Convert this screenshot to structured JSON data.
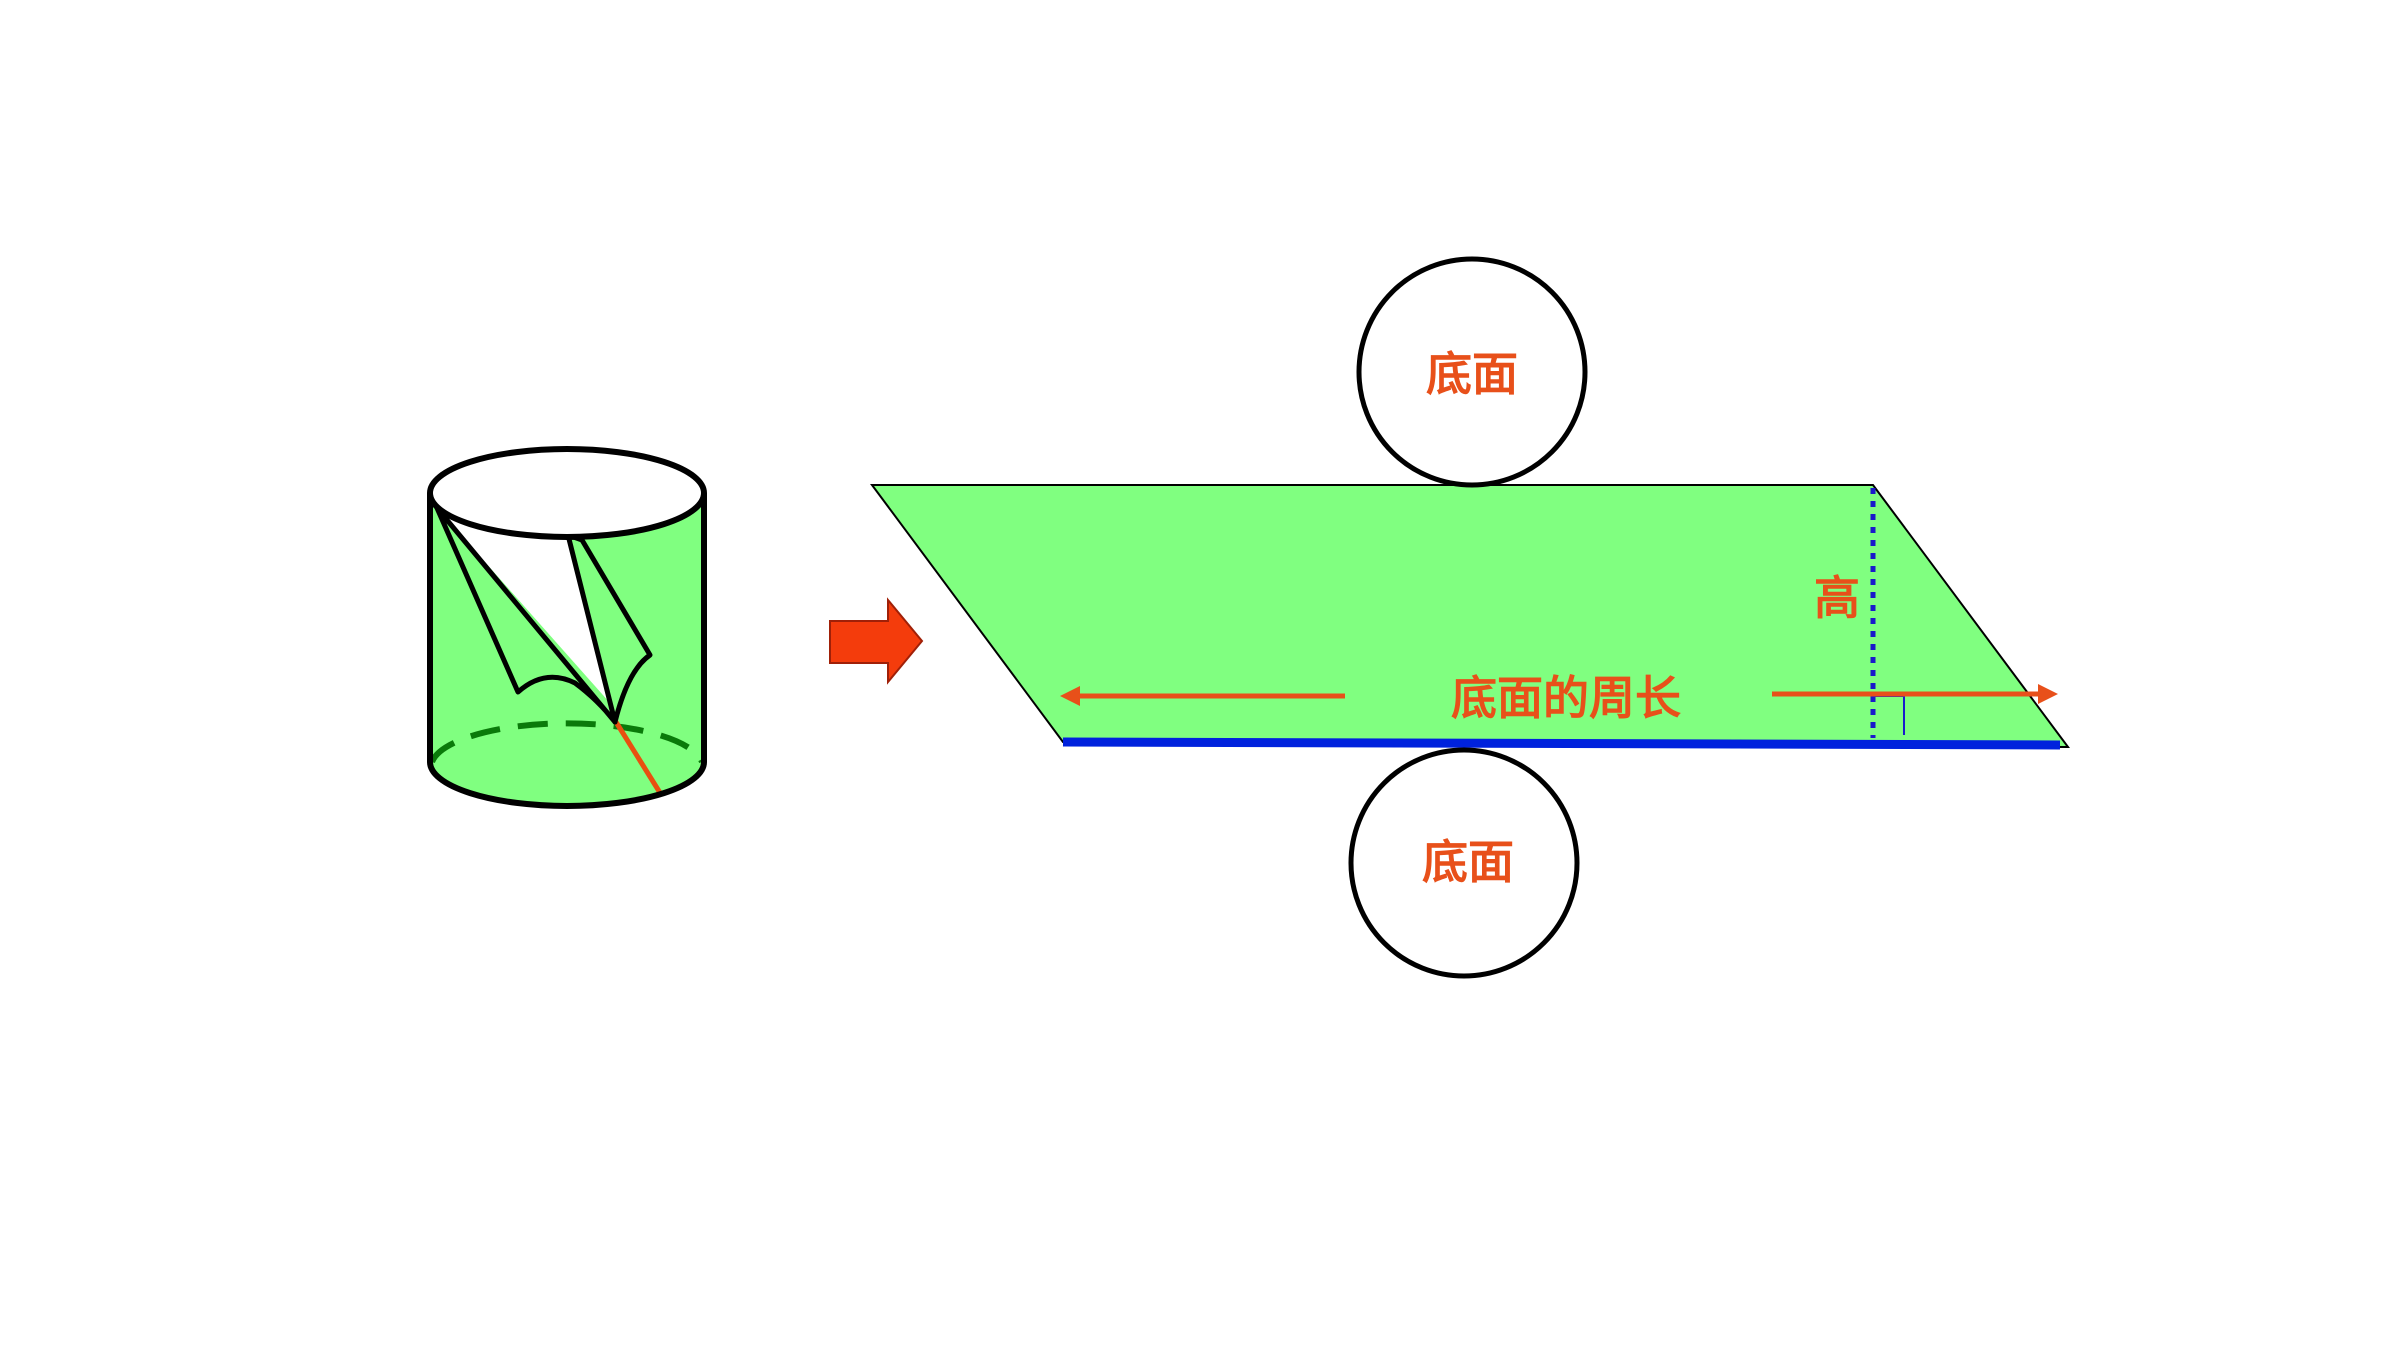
{
  "labels": {
    "top_base": "底面",
    "bottom_base": "底面",
    "height": "高",
    "base_circumference": "底面的周长"
  },
  "colors": {
    "face_fill": "#80FF80",
    "label": "#E8501A",
    "arrow_fill": "#F43C0C",
    "base_edge": "#0022DD",
    "height_line": "#1A1ACC",
    "cut_line": "#E85010",
    "hidden_edge": "#0A7A0A",
    "outline": "#000000"
  }
}
